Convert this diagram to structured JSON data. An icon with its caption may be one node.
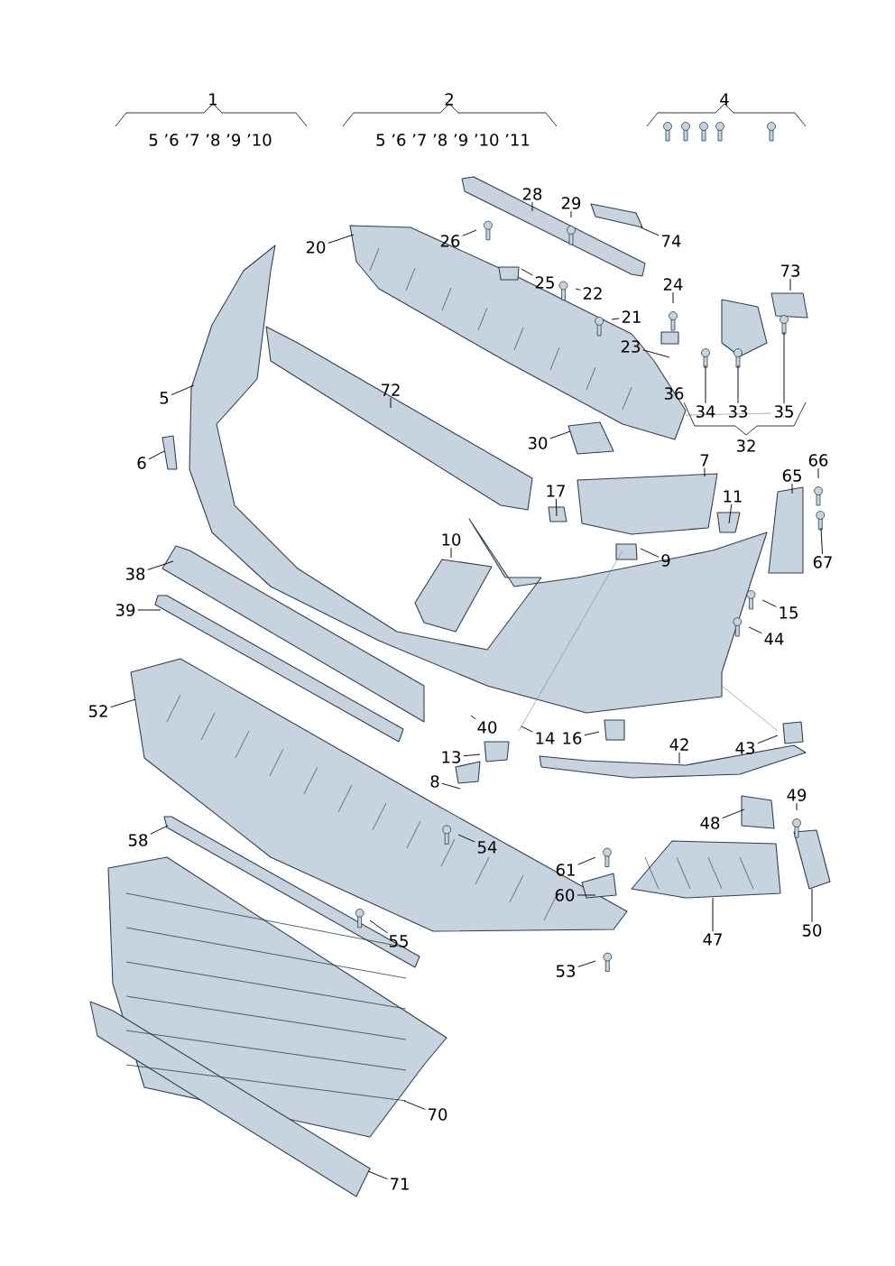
{
  "diagram": {
    "nodes": [
      {
        "text": [
          "28"
        ]
      },
      {
        "text": [
          "29"
        ]
      },
      {
        "text": [
          "74"
        ]
      },
      {
        "text": [
          "20"
        ]
      },
      {
        "text": [
          "26"
        ]
      },
      {
        "text": [
          "25"
        ]
      },
      {
        "text": [
          "22"
        ]
      },
      {
        "text": [
          "21"
        ]
      },
      {
        "text": [
          "24"
        ]
      },
      {
        "text": [
          "73"
        ]
      },
      {
        "text": [
          "23"
        ]
      },
      {
        "text": [
          "5"
        ]
      },
      {
        "text": [
          "72"
        ]
      },
      {
        "text": [
          "34"
        ]
      },
      {
        "text": [
          "33"
        ]
      },
      {
        "text": [
          "35"
        ]
      },
      {
        "text": [
          "30"
        ]
      },
      {
        "text": [
          "6"
        ]
      },
      {
        "text": [
          "7"
        ]
      },
      {
        "text": [
          "66"
        ]
      },
      {
        "text": [
          "65"
        ]
      },
      {
        "text": [
          "17"
        ]
      },
      {
        "text": [
          "11"
        ]
      },
      {
        "text": [
          "10"
        ]
      },
      {
        "text": [
          "9"
        ]
      },
      {
        "text": [
          "67"
        ]
      },
      {
        "text": [
          "38"
        ]
      },
      {
        "text": [
          "39"
        ]
      },
      {
        "text": [
          "15"
        ]
      },
      {
        "text": [
          "44"
        ]
      },
      {
        "text": [
          "52"
        ]
      },
      {
        "text": [
          "40"
        ]
      },
      {
        "text": [
          "14"
        ]
      },
      {
        "text": [
          "16"
        ]
      },
      {
        "text": [
          "42"
        ]
      },
      {
        "text": [
          "43"
        ]
      },
      {
        "text": [
          "13"
        ]
      },
      {
        "text": [
          "8"
        ]
      },
      {
        "text": [
          "49"
        ]
      },
      {
        "text": [
          "48"
        ]
      },
      {
        "text": [
          "58"
        ]
      },
      {
        "text": [
          "54"
        ]
      },
      {
        "text": [
          "61"
        ]
      },
      {
        "text": [
          "60"
        ]
      },
      {
        "text": [
          "47"
        ]
      },
      {
        "text": [
          "50"
        ]
      },
      {
        "text": [
          "55"
        ]
      },
      {
        "text": [
          "53"
        ]
      },
      {
        "text": [
          "70"
        ]
      },
      {
        "text": [
          "71"
        ]
      }
    ],
    "edges": [
      {
        "from": 0,
        "to": null,
        "arrow": "none"
      },
      {
        "from": 1,
        "to": null,
        "arrow": "none"
      },
      {
        "from": 2,
        "to": null,
        "arrow": "none"
      },
      {
        "from": 3,
        "to": null,
        "arrow": "none"
      },
      {
        "from": 4,
        "to": null,
        "arrow": "none"
      },
      {
        "from": 5,
        "to": null,
        "arrow": "none"
      },
      {
        "from": 6,
        "to": null,
        "arrow": "none"
      },
      {
        "from": 7,
        "to": null,
        "arrow": "none"
      },
      {
        "from": 8,
        "to": null,
        "arrow": "none"
      },
      {
        "from": 9,
        "to": null,
        "arrow": "none"
      },
      {
        "from": 10,
        "to": null,
        "arrow": "none"
      },
      {
        "from": 11,
        "to": null,
        "arrow": "none"
      },
      {
        "from": 12,
        "to": null,
        "arrow": "none"
      },
      {
        "from": 13,
        "to": null,
        "arrow": "none"
      },
      {
        "from": 14,
        "to": null,
        "arrow": "none"
      },
      {
        "from": 15,
        "to": null,
        "arrow": "none"
      },
      {
        "from": 16,
        "to": null,
        "arrow": "none"
      },
      {
        "from": 17,
        "to": null,
        "arrow": "none"
      },
      {
        "from": 18,
        "to": null,
        "arrow": "none"
      },
      {
        "from": 19,
        "to": null,
        "arrow": "none"
      },
      {
        "from": 20,
        "to": null,
        "arrow": "none"
      },
      {
        "from": 21,
        "to": null,
        "arrow": "none"
      },
      {
        "from": 22,
        "to": null,
        "arrow": "none"
      },
      {
        "from": 23,
        "to": null,
        "arrow": "none"
      },
      {
        "from": 24,
        "to": null,
        "arrow": "none"
      },
      {
        "from": 25,
        "to": null,
        "arrow": "none"
      },
      {
        "from": 26,
        "to": null,
        "arrow": "none"
      },
      {
        "from": 27,
        "to": null,
        "arrow": "none"
      },
      {
        "from": 28,
        "to": null,
        "arrow": "none"
      },
      {
        "from": 29,
        "to": null,
        "arrow": "none"
      },
      {
        "from": 30,
        "to": null,
        "arrow": "none"
      },
      {
        "from": 31,
        "to": null,
        "arrow": "none"
      },
      {
        "from": 32,
        "to": null,
        "arrow": "none"
      },
      {
        "from": 33,
        "to": null,
        "arrow": "none"
      },
      {
        "from": 34,
        "to": null,
        "arrow": "none"
      },
      {
        "from": 35,
        "to": null,
        "arrow": "none"
      },
      {
        "from": 36,
        "to": null,
        "arrow": "none"
      },
      {
        "from": 37,
        "to": null,
        "arrow": "none"
      },
      {
        "from": 38,
        "to": null,
        "arrow": "none"
      },
      {
        "from": 39,
        "to": null,
        "arrow": "none"
      },
      {
        "from": 40,
        "to": null,
        "arrow": "none"
      },
      {
        "from": 41,
        "to": null,
        "arrow": "none"
      },
      {
        "from": 42,
        "to": null,
        "arrow": "none"
      },
      {
        "from": 43,
        "to": null,
        "arrow": "none"
      },
      {
        "from": 44,
        "to": null,
        "arrow": "none"
      },
      {
        "from": 45,
        "to": null,
        "arrow": "none"
      },
      {
        "from": 46,
        "to": null,
        "arrow": "none"
      },
      {
        "from": 47,
        "to": null,
        "arrow": "none"
      },
      {
        "from": 48,
        "to": null,
        "arrow": "none"
      },
      {
        "from": 49,
        "to": null,
        "arrow": "none"
      }
    ],
    "labels": [
      "1",
      "5 ’6 ’7 ’8 ’9 ’10",
      "2",
      "5 ’6 ’7 ’8 ’9 ’10 ’11",
      "4",
      "36",
      "32"
    ]
  }
}
